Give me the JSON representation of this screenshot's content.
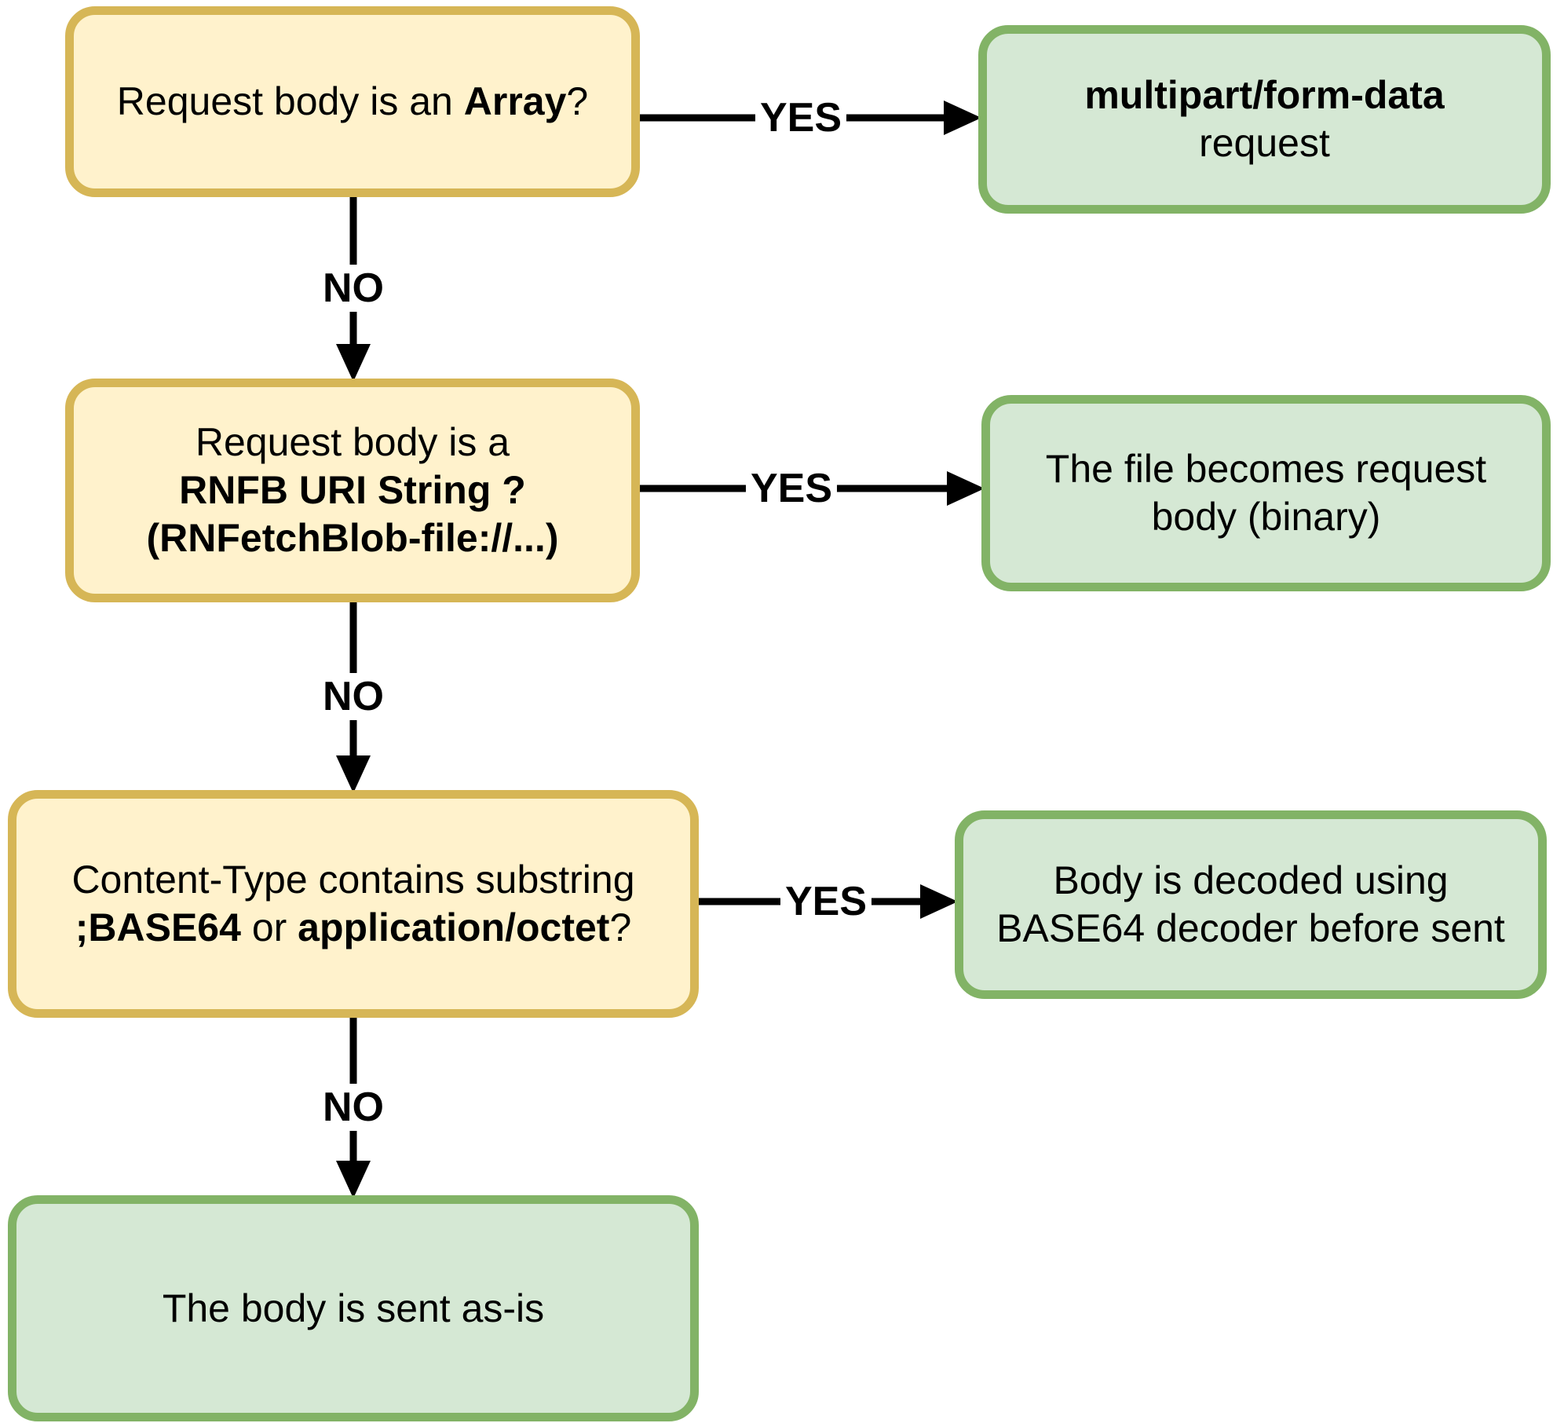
{
  "diagram": {
    "type": "flowchart",
    "colors": {
      "decision_fill": "#FFF2CC",
      "decision_border": "#D6B656",
      "result_fill": "#D5E8D4",
      "result_border": "#82B366",
      "arrow": "#000000",
      "text": "#000000",
      "background": "#ffffff"
    },
    "nodes": [
      {
        "id": "q-array",
        "kind": "decision",
        "lines": [
          [
            {
              "t": "Request body is an "
            },
            {
              "t": "Array",
              "b": true
            },
            {
              "t": "?"
            }
          ]
        ]
      },
      {
        "id": "r-multipart",
        "kind": "result",
        "lines": [
          [
            {
              "t": "multipart/form-data",
              "b": true
            }
          ],
          [
            {
              "t": "request"
            }
          ]
        ]
      },
      {
        "id": "q-rnfb-uri",
        "kind": "decision",
        "lines": [
          [
            {
              "t": "Request body is a"
            }
          ],
          [
            {
              "t": "RNFB URI String ?",
              "b": true
            }
          ],
          [
            {
              "t": "(RNFetchBlob-file://...)",
              "b": true
            }
          ]
        ]
      },
      {
        "id": "r-file-binary",
        "kind": "result",
        "lines": [
          [
            {
              "t": "The file becomes request"
            }
          ],
          [
            {
              "t": "body (binary)"
            }
          ]
        ]
      },
      {
        "id": "q-base64",
        "kind": "decision",
        "lines": [
          [
            {
              "t": "Content-Type contains substring"
            }
          ],
          [
            {
              "t": ";BASE64",
              "b": true
            },
            {
              "t": " or "
            },
            {
              "t": "application/octet",
              "b": true
            },
            {
              "t": "?"
            }
          ]
        ]
      },
      {
        "id": "r-base64-decode",
        "kind": "result",
        "lines": [
          [
            {
              "t": "Body is decoded using"
            }
          ],
          [
            {
              "t": "BASE64 decoder before sent"
            }
          ]
        ]
      },
      {
        "id": "r-as-is",
        "kind": "result",
        "lines": [
          [
            {
              "t": "The body is sent as-is"
            }
          ]
        ]
      }
    ],
    "edges": [
      {
        "from": "q-array",
        "to": "r-multipart",
        "label": "YES"
      },
      {
        "from": "q-array",
        "to": "q-rnfb-uri",
        "label": "NO"
      },
      {
        "from": "q-rnfb-uri",
        "to": "r-file-binary",
        "label": "YES"
      },
      {
        "from": "q-rnfb-uri",
        "to": "q-base64",
        "label": "NO"
      },
      {
        "from": "q-base64",
        "to": "r-base64-decode",
        "label": "YES"
      },
      {
        "from": "q-base64",
        "to": "r-as-is",
        "label": "NO"
      }
    ]
  }
}
